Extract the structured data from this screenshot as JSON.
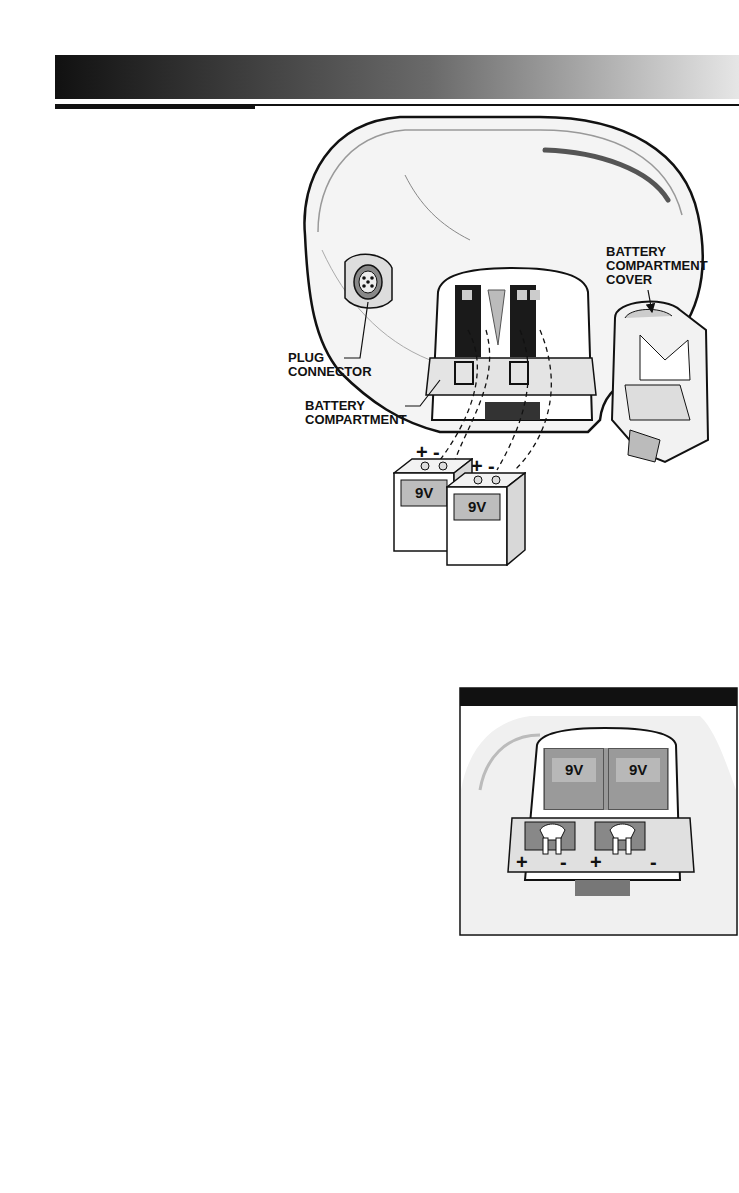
{
  "diagram": {
    "nodes": [
      {
        "text": [
          "9V"
        ]
      },
      {
        "text": [
          "9V"
        ]
      },
      {
        "text": [
          "9V"
        ]
      },
      {
        "text": [
          "9V"
        ]
      }
    ],
    "labels": [
      "BATTERY COMPARTMENT COVER",
      "PLUG CONNECTOR",
      "BATTERY COMPARTMENT",
      "+",
      "-",
      "+",
      "-",
      "+",
      "-",
      "+",
      "-"
    ]
  }
}
